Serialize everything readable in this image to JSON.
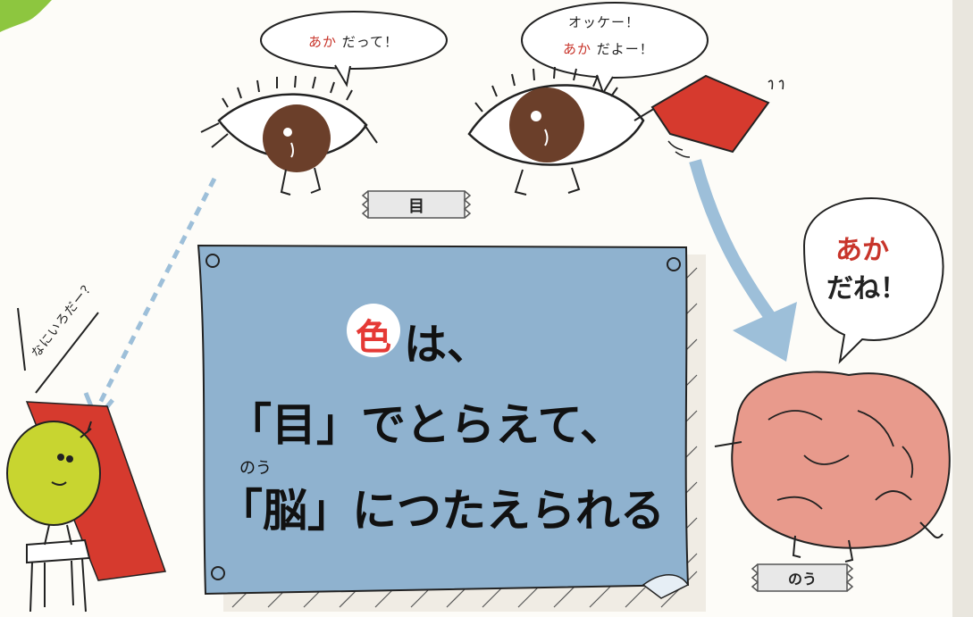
{
  "speech": {
    "eye_left": {
      "red_part": "あか",
      "rest": "だって！"
    },
    "eye_right": {
      "line1": "オッケー！",
      "red_part": "あか",
      "rest": "だよー！"
    },
    "brain": {
      "line1": "あか",
      "line2": "だね！"
    },
    "child": "なにいろだー？"
  },
  "labels": {
    "eyes": "目",
    "brain": "のう"
  },
  "poster": {
    "color_char": "色",
    "line1_rest": "は、",
    "line2": "「目」でとらえて、",
    "furigana": "のう",
    "line3_bracket_open": "「",
    "line3_kanji": "脳",
    "line3_rest": "」につたえられる"
  },
  "colors": {
    "poster_blue": "#8fb2cf",
    "flag_red": "#d63a2e",
    "arrow_blue": "#9dbfd9",
    "iris_brown": "#6b3f2a",
    "brain_pink": "#e89a8c",
    "child_green": "#c8d530",
    "corner_green": "#8dc63f",
    "text_red": "#c8352b"
  }
}
